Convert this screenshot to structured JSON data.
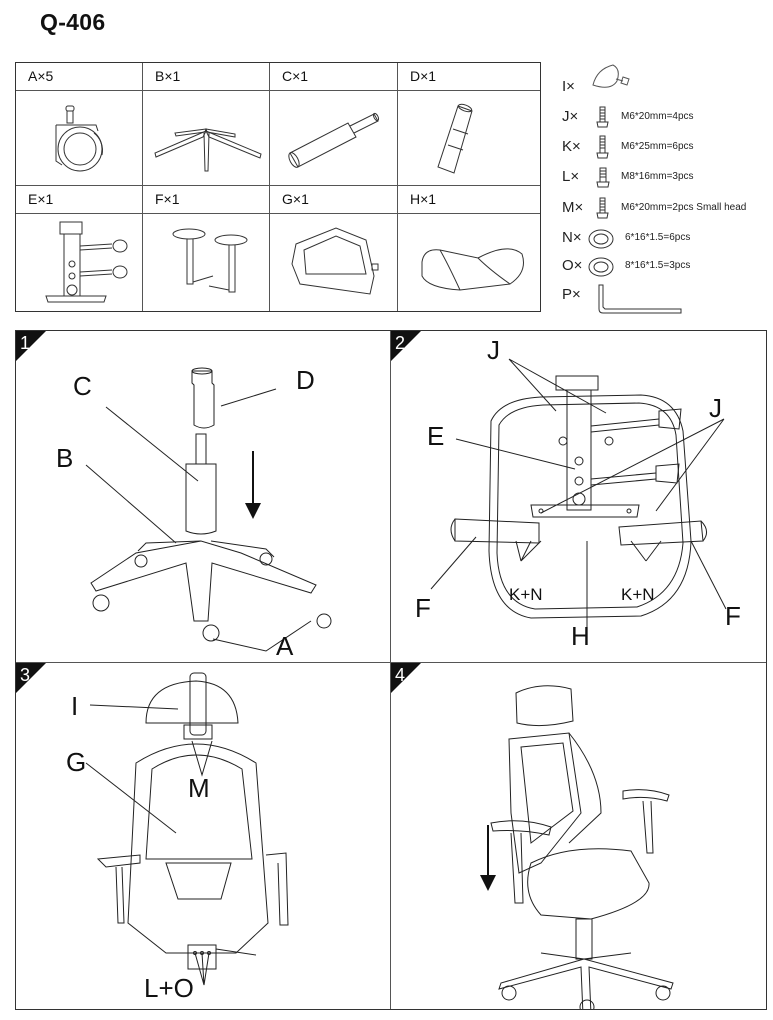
{
  "document": {
    "title": "Q-406"
  },
  "parts": [
    {
      "letter": "A",
      "qty": "A×5",
      "icon": "caster-wheel"
    },
    {
      "letter": "B",
      "qty": "B×1",
      "icon": "five-star-base"
    },
    {
      "letter": "C",
      "qty": "C×1",
      "icon": "gas-lift-cylinder"
    },
    {
      "letter": "D",
      "qty": "D×1",
      "icon": "cylinder-cover"
    },
    {
      "letter": "E",
      "qty": "E×1",
      "icon": "tilt-mechanism"
    },
    {
      "letter": "F",
      "qty": "F×1",
      "icon": "armrests"
    },
    {
      "letter": "G",
      "qty": "G×1",
      "icon": "backrest"
    },
    {
      "letter": "H",
      "qty": "H×1",
      "icon": "seat-cushion"
    }
  ],
  "hardware": [
    {
      "letter": "I×",
      "spec": "",
      "icon": "headrest-knob"
    },
    {
      "letter": "J×",
      "spec": "M6*20mm=4pcs",
      "icon": "bolt"
    },
    {
      "letter": "K×",
      "spec": "M6*25mm=6pcs",
      "icon": "bolt"
    },
    {
      "letter": "L×",
      "spec": "M8*16mm=3pcs",
      "icon": "bolt"
    },
    {
      "letter": "M×",
      "spec": "M6*20mm=2pcs Small head",
      "icon": "bolt"
    },
    {
      "letter": "N×",
      "spec": "6*16*1.5=6pcs",
      "icon": "washer"
    },
    {
      "letter": "O×",
      "spec": "8*16*1.5=3pcs",
      "icon": "washer"
    },
    {
      "letter": "P×",
      "spec": "",
      "icon": "allen-key"
    }
  ],
  "steps": [
    {
      "number": "1",
      "callouts": [
        "C",
        "D",
        "B",
        "A"
      ],
      "arrow": "down"
    },
    {
      "number": "2",
      "callouts": [
        "J",
        "J",
        "E",
        "F",
        "K+N",
        "K+N",
        "H",
        "F"
      ]
    },
    {
      "number": "3",
      "callouts": [
        "I",
        "G",
        "M",
        "L+O"
      ]
    },
    {
      "number": "4",
      "callouts": [],
      "arrow": "down"
    }
  ]
}
